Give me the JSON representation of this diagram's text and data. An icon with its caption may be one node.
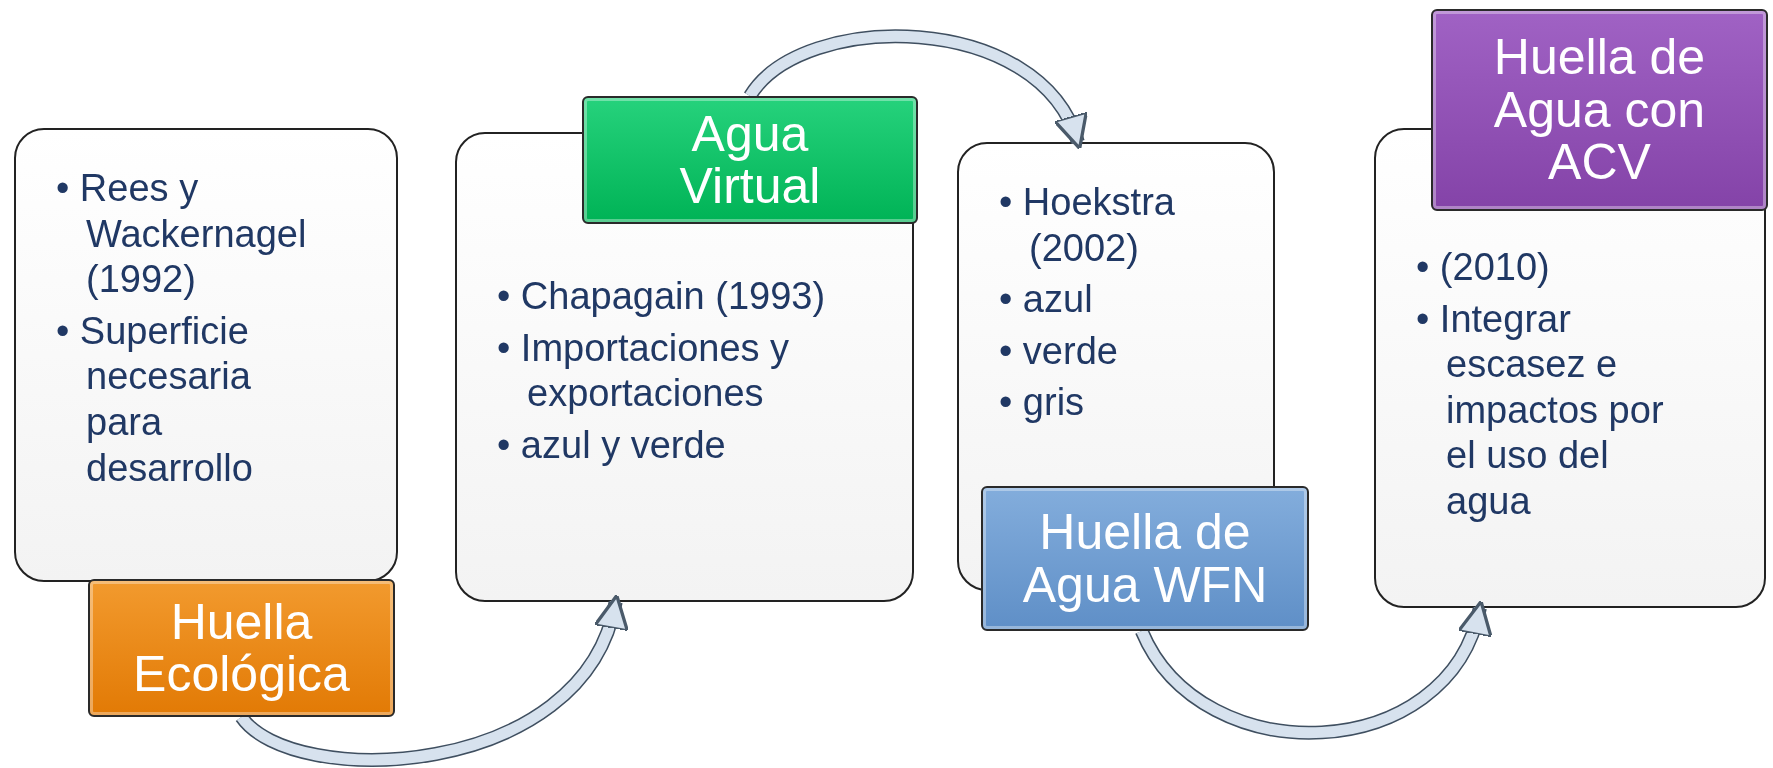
{
  "diagram": {
    "nodes": [
      {
        "text": [
          "• Rees y Wackernagel (1992)",
          "• Superficie necesaria para desarrollo"
        ]
      },
      {
        "text": [
          "Huella Ecológica"
        ]
      },
      {
        "text": [
          "• Chapagain (1993)",
          "• Importaciones y exportaciones",
          "• azul y verde"
        ]
      },
      {
        "text": [
          "Agua Virtual"
        ]
      },
      {
        "text": [
          "• Hoekstra (2002)",
          "• azul",
          "• verde",
          "• gris"
        ]
      },
      {
        "text": [
          "Huella de Agua WFN"
        ]
      },
      {
        "text": [
          "• (2010)",
          "• Integrar escasez e impactos por el uso del agua"
        ]
      },
      {
        "text": [
          "Huella de Agua con ACV"
        ]
      }
    ],
    "edges": [
      {
        "from": 1,
        "to": 2,
        "arrow": "to"
      },
      {
        "from": 3,
        "to": 4,
        "arrow": "to"
      },
      {
        "from": 5,
        "to": 6,
        "arrow": "to"
      }
    ]
  }
}
